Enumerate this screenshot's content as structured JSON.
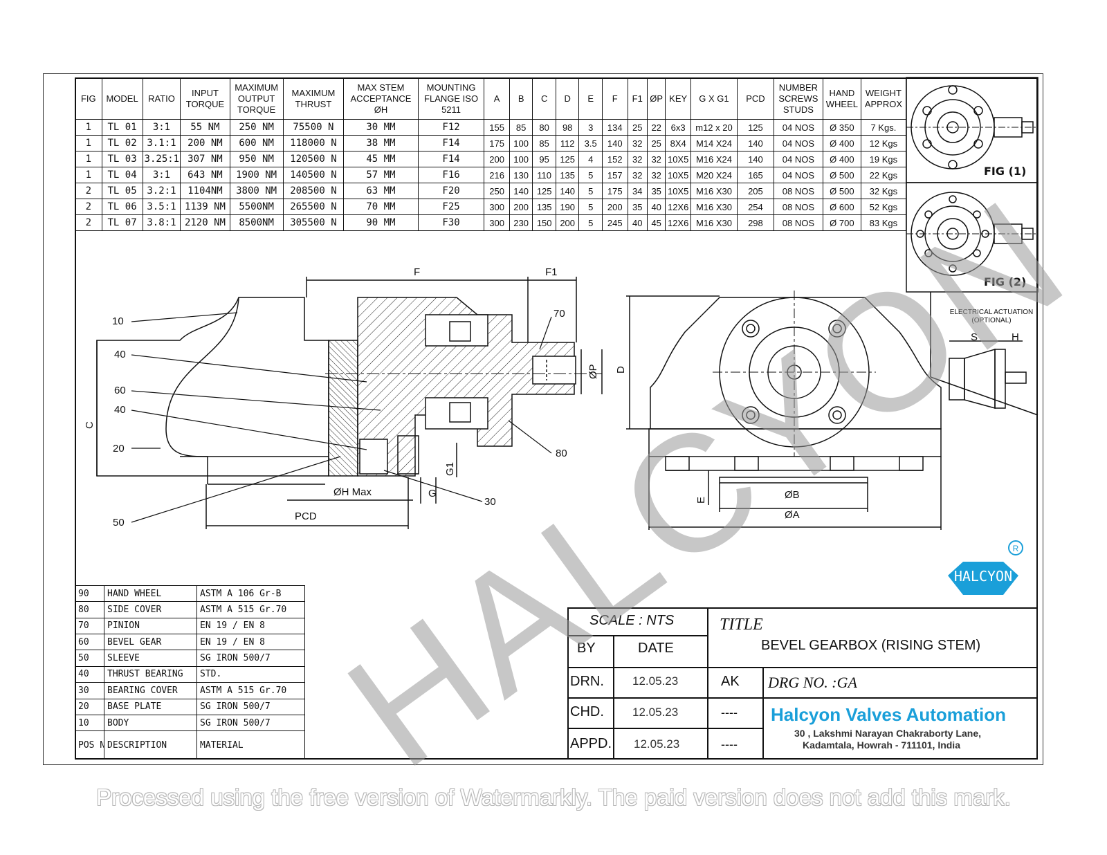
{
  "spec_table": {
    "headers": [
      "FIG",
      "MODEL",
      "RATIO",
      "INPUT TORQUE",
      "MAXIMUM OUTPUT TORQUE",
      "MAXIMUM THRUST",
      "MAX STEM ACCEPTANCE ØH",
      "MOUNTING FLANGE ISO 5211",
      "A",
      "B",
      "C",
      "D",
      "E",
      "F",
      "F1",
      "ØP",
      "KEY",
      "G X G1",
      "PCD",
      "NUMBER SCREWS STUDS",
      "HAND WHEEL",
      "WEIGHT APPROX"
    ],
    "rows": [
      [
        "1",
        "TL 01",
        "3:1",
        "55  NM",
        "250  NM",
        "75500    N",
        "30 MM",
        "F12",
        "155",
        "85",
        "80",
        "98",
        "3",
        "134",
        "25",
        "22",
        "6x3",
        "m12 x 20",
        "125",
        "04 NOS",
        "Ø 350",
        "7 Kgs."
      ],
      [
        "1",
        "TL 02",
        "3.1:1",
        "200 NM",
        "600 NM",
        "118000 N",
        "38 MM",
        "F14",
        "175",
        "100",
        "85",
        "112",
        "3.5",
        "140",
        "32",
        "25",
        "8X4",
        "M14 X24",
        "140",
        "04 NOS",
        "Ø 400",
        "12 Kgs"
      ],
      [
        "1",
        "TL 03",
        "3.25:1",
        "307 NM",
        "950 NM",
        "120500 N",
        "45 MM",
        "F14",
        "200",
        "100",
        "95",
        "125",
        "4",
        "152",
        "32",
        "32",
        "10X5",
        "M16 X24",
        "140",
        "04 NOS",
        "Ø 400",
        "19 Kgs"
      ],
      [
        "1",
        "TL 04",
        "3:1",
        "643 NM",
        "1900 NM",
        "140500 N",
        "57 MM",
        "F16",
        "216",
        "130",
        "110",
        "135",
        "5",
        "157",
        "32",
        "32",
        "10X5",
        "M20 X24",
        "165",
        "04 NOS",
        "Ø 500",
        "22 Kgs"
      ],
      [
        "2",
        "TL 05",
        "3.2:1",
        "1104NM",
        "3800 NM",
        "208500 N",
        "63 MM",
        "F20",
        "250",
        "140",
        "125",
        "140",
        "5",
        "175",
        "34",
        "35",
        "10X5",
        "M16 X30",
        "205",
        "08 NOS",
        "Ø 500",
        "32 Kgs"
      ],
      [
        "2",
        "TL 06",
        "3.5:1",
        "1139 NM",
        "5500NM",
        "265500 N",
        "70 MM",
        "F25",
        "300",
        "200",
        "135",
        "190",
        "5",
        "200",
        "35",
        "40",
        "12X6",
        "M16 X30",
        "254",
        "08 NOS",
        "Ø 600",
        "52 Kgs"
      ],
      [
        "2",
        "TL 07",
        "3.8:1",
        "2120 NM",
        "8500NM",
        "305500 N",
        "90 MM",
        "F30",
        "300",
        "230",
        "150",
        "200",
        "5",
        "245",
        "40",
        "45",
        "12X6",
        "M16 X30",
        "298",
        "08 NOS",
        "Ø 700",
        "83 Kgs"
      ]
    ]
  },
  "figures": {
    "fig1": "FIG (1)",
    "fig2": "FIG (2)",
    "electrical": "ELECTRICAL ACTUATION",
    "optional": "(OPTIONAL)",
    "s": "S",
    "h": "H"
  },
  "drawing_labels": {
    "F": "F",
    "F1": "F1",
    "C": "C",
    "D": "D",
    "P": "ØP",
    "G1": "G1",
    "G": "G",
    "HMax": "ØH Max",
    "PCD": "PCD",
    "E": "E",
    "B": "ØB",
    "A": "ØA",
    "callouts": [
      "10",
      "40",
      "60",
      "40",
      "20",
      "50",
      "30",
      "80",
      "70"
    ]
  },
  "bom": [
    [
      "90",
      "HAND WHEEL",
      "ASTM A 106 Gr-B"
    ],
    [
      "80",
      "SIDE COVER",
      "ASTM A 515 Gr.70"
    ],
    [
      "70",
      "PINION",
      "EN 19 / EN 8"
    ],
    [
      "60",
      "BEVEL GEAR",
      "EN 19 / EN 8"
    ],
    [
      "50",
      "SLEEVE",
      "SG IRON 500/7"
    ],
    [
      "40",
      "THRUST BEARING",
      "STD."
    ],
    [
      "30",
      "BEARING COVER",
      "ASTM A 515 Gr.70"
    ],
    [
      "20",
      "BASE PLATE",
      "SG IRON 500/7"
    ],
    [
      "10",
      "BODY",
      "SG IRON 500/7"
    ],
    [
      "POS NO",
      "DESCRIPTION",
      "MATERIAL"
    ]
  ],
  "title_block": {
    "scale": "SCALE : NTS",
    "title_label": "TITLE",
    "title": "BEVEL GEARBOX (RISING STEM)",
    "by": "BY",
    "date": "DATE",
    "drn": "DRN.",
    "drn_date": "12.05.23",
    "drn_by": "AK",
    "drg_no": "DRG NO. :GA",
    "chd": "CHD.",
    "chd_date": "12.05.23",
    "chd_by": "----",
    "appd": "APPD.",
    "appd_date": "12.05.23",
    "appd_by": "----",
    "company": "Halcyon Valves Automation",
    "address1": "30 , Lakshmi Narayan Chakraborty Lane,",
    "address2": "Kadamtala, Howrah - 711101, India"
  },
  "logo": {
    "text": "HALCYON",
    "reg": "R",
    "color": "#1a9fd9"
  },
  "watermark_diagonal": "HALCYON",
  "watermark_footer": "Processed using the free version of Watermarkly. The paid version does not add this mark."
}
